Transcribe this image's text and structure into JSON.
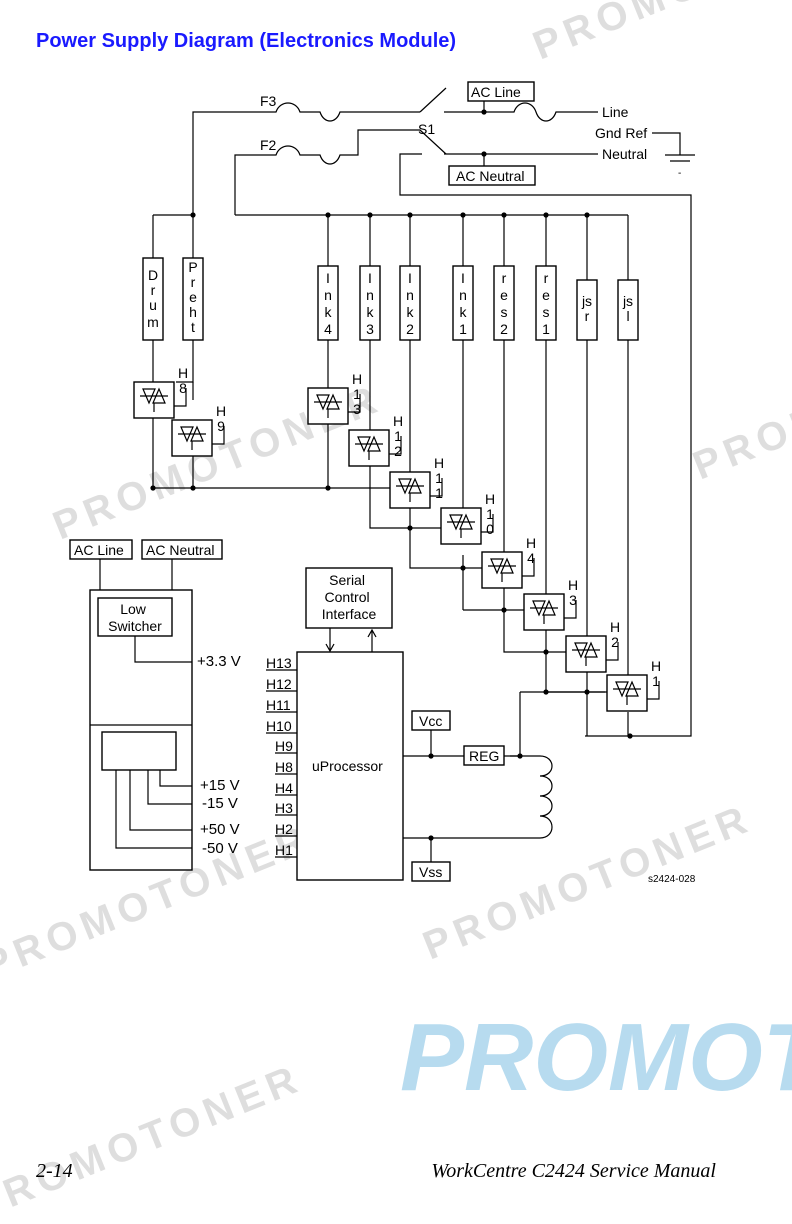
{
  "header": {
    "title": "Power Supply Diagram (Electronics Module)"
  },
  "footer": {
    "page_number": "2-14",
    "manual_title": "WorkCentre C2424 Service Manual"
  },
  "watermark": {
    "text": "PROMOTONER",
    "logo_text": "PROMOT",
    "logo_color": "#9fd0ea"
  },
  "diagram": {
    "ac_line": "AC Line",
    "ac_neutral": "AC Neutral",
    "line": "Line",
    "gnd_ref": "Gnd Ref",
    "neutral": "Neutral",
    "ground_dash": "-",
    "fuses": [
      "F3",
      "F2"
    ],
    "switch": "S1",
    "heaters": [
      "Drum",
      "Preht",
      "Ink4",
      "Ink3",
      "Ink2",
      "Ink1",
      "res2",
      "res1",
      "jsr",
      "jsl"
    ],
    "triac_labels": [
      "H8",
      "H9",
      "H13",
      "H12",
      "H11",
      "H10",
      "H4",
      "H3",
      "H2",
      "H1"
    ],
    "psu": {
      "ac_line": "AC Line",
      "ac_neutral": "AC Neutral",
      "low_switcher": [
        "Low",
        "Switcher"
      ],
      "voltages": [
        "+3.3 V",
        "+15 V",
        "-15 V",
        "+50 V",
        "-50 V"
      ]
    },
    "serial_interface": [
      "Serial",
      "Control",
      "Interface"
    ],
    "uprocessor": "uProcessor",
    "pins": [
      "H13",
      "H12",
      "H11",
      "H10",
      "H9",
      "H8",
      "H4",
      "H3",
      "H2",
      "H1"
    ],
    "vcc": "Vcc",
    "vss": "Vss",
    "reg": "REG",
    "figure_id": "s2424-028"
  }
}
